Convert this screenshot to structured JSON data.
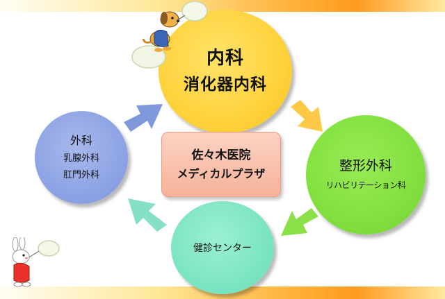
{
  "diagram": {
    "center": {
      "line1": "佐々木医院",
      "line2": "メディカルプラザ"
    },
    "top": {
      "line1": "内科",
      "line2": "消化器内科"
    },
    "right": {
      "line1": "整形外科",
      "line2": "リハビリテーション科"
    },
    "bottom": {
      "line1": "健診センター"
    },
    "left": {
      "line1": "外科",
      "line2": "乳腺外科",
      "line3": "肛門外科"
    }
  },
  "colors": {
    "top_circle": "#ffd23c",
    "right_circle": "#7fdd3b",
    "bottom_circle": "#78e3c0",
    "left_circle": "#8aa0e3",
    "center_box": "#f8bfa9",
    "arrow_top_right": "#ffc947",
    "arrow_right_bottom": "#8be04a",
    "arrow_bottom_left": "#86e0c8",
    "arrow_left_top": "#7f98db"
  },
  "icons": {
    "top_mascot": "dog-mascot-with-balloon-icon",
    "bottom_mascot": "rabbit-mascot-with-balloon-icon"
  }
}
